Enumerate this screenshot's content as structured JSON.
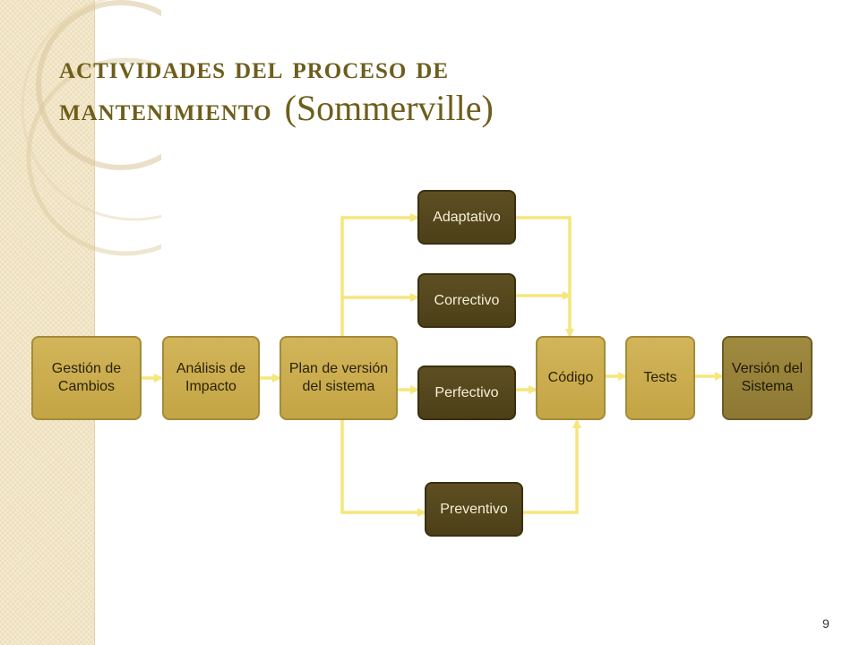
{
  "title": {
    "line1": "actividades del proceso de",
    "line2": "mantenimiento",
    "line2_extra": "(Sommerville)"
  },
  "nodes": {
    "gestion": "Gestión de Cambios",
    "analisis": "Análisis de Impacto",
    "plan": "Plan de versión del sistema",
    "adaptativo": "Adaptativo",
    "correctivo": "Correctivo",
    "perfectivo": "Perfectivo",
    "preventivo": "Preventivo",
    "codigo": "Código",
    "tests": "Tests",
    "version": "Versión del Sistema"
  },
  "colors": {
    "arrow": "#f5e67d",
    "light_node": "#c9aa4c",
    "dark_node": "#54461c",
    "title": "#6e5e1c"
  },
  "page_number": "9"
}
